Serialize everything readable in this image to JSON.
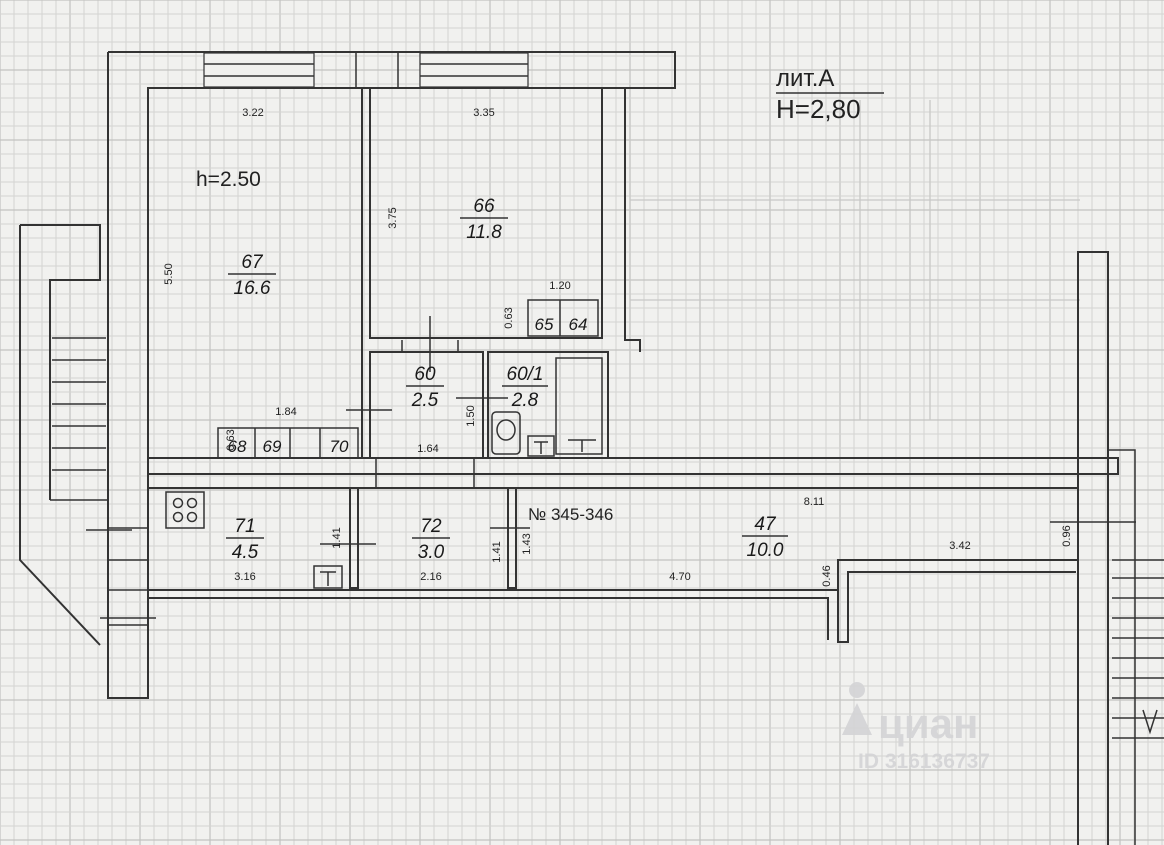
{
  "header": {
    "liter": "лит.А",
    "height": "H=2,80"
  },
  "ceiling_note": "h=2.50",
  "apartment_number": "№ 345-346",
  "rooms": {
    "r67": {
      "num": "67",
      "area": "16.6"
    },
    "r66": {
      "num": "66",
      "area": "11.8"
    },
    "r60": {
      "num": "60",
      "area": "2.5"
    },
    "r601": {
      "num": "60/1",
      "area": "2.8"
    },
    "r71": {
      "num": "71",
      "area": "4.5"
    },
    "r72": {
      "num": "72",
      "area": "3.0"
    },
    "r47": {
      "num": "47",
      "area": "10.0"
    },
    "r65": {
      "num": "65"
    },
    "r64": {
      "num": "64"
    },
    "r68": {
      "num": "68"
    },
    "r69": {
      "num": "69"
    },
    "r70": {
      "num": "70"
    }
  },
  "dimensions": {
    "d322": "3.22",
    "d335": "3.35",
    "d550": "5.50",
    "d375": "3.75",
    "d120": "1.20",
    "d063a": "0.63",
    "d184": "1.84",
    "d063b": "0.63",
    "d164": "1.64",
    "d150": "1.50",
    "d811": "8.11",
    "d141a": "1.41",
    "d141b": "1.41",
    "d143": "1.43",
    "d316": "3.16",
    "d216": "2.16",
    "d470": "4.70",
    "d046": "0.46",
    "d342": "3.42",
    "d096": "0.96"
  },
  "watermark": {
    "brand": "циан",
    "id": "ID 316136737"
  },
  "colors": {
    "paper": "#f1f1ef",
    "line": "#333333",
    "grid": "#d4d4d2"
  }
}
